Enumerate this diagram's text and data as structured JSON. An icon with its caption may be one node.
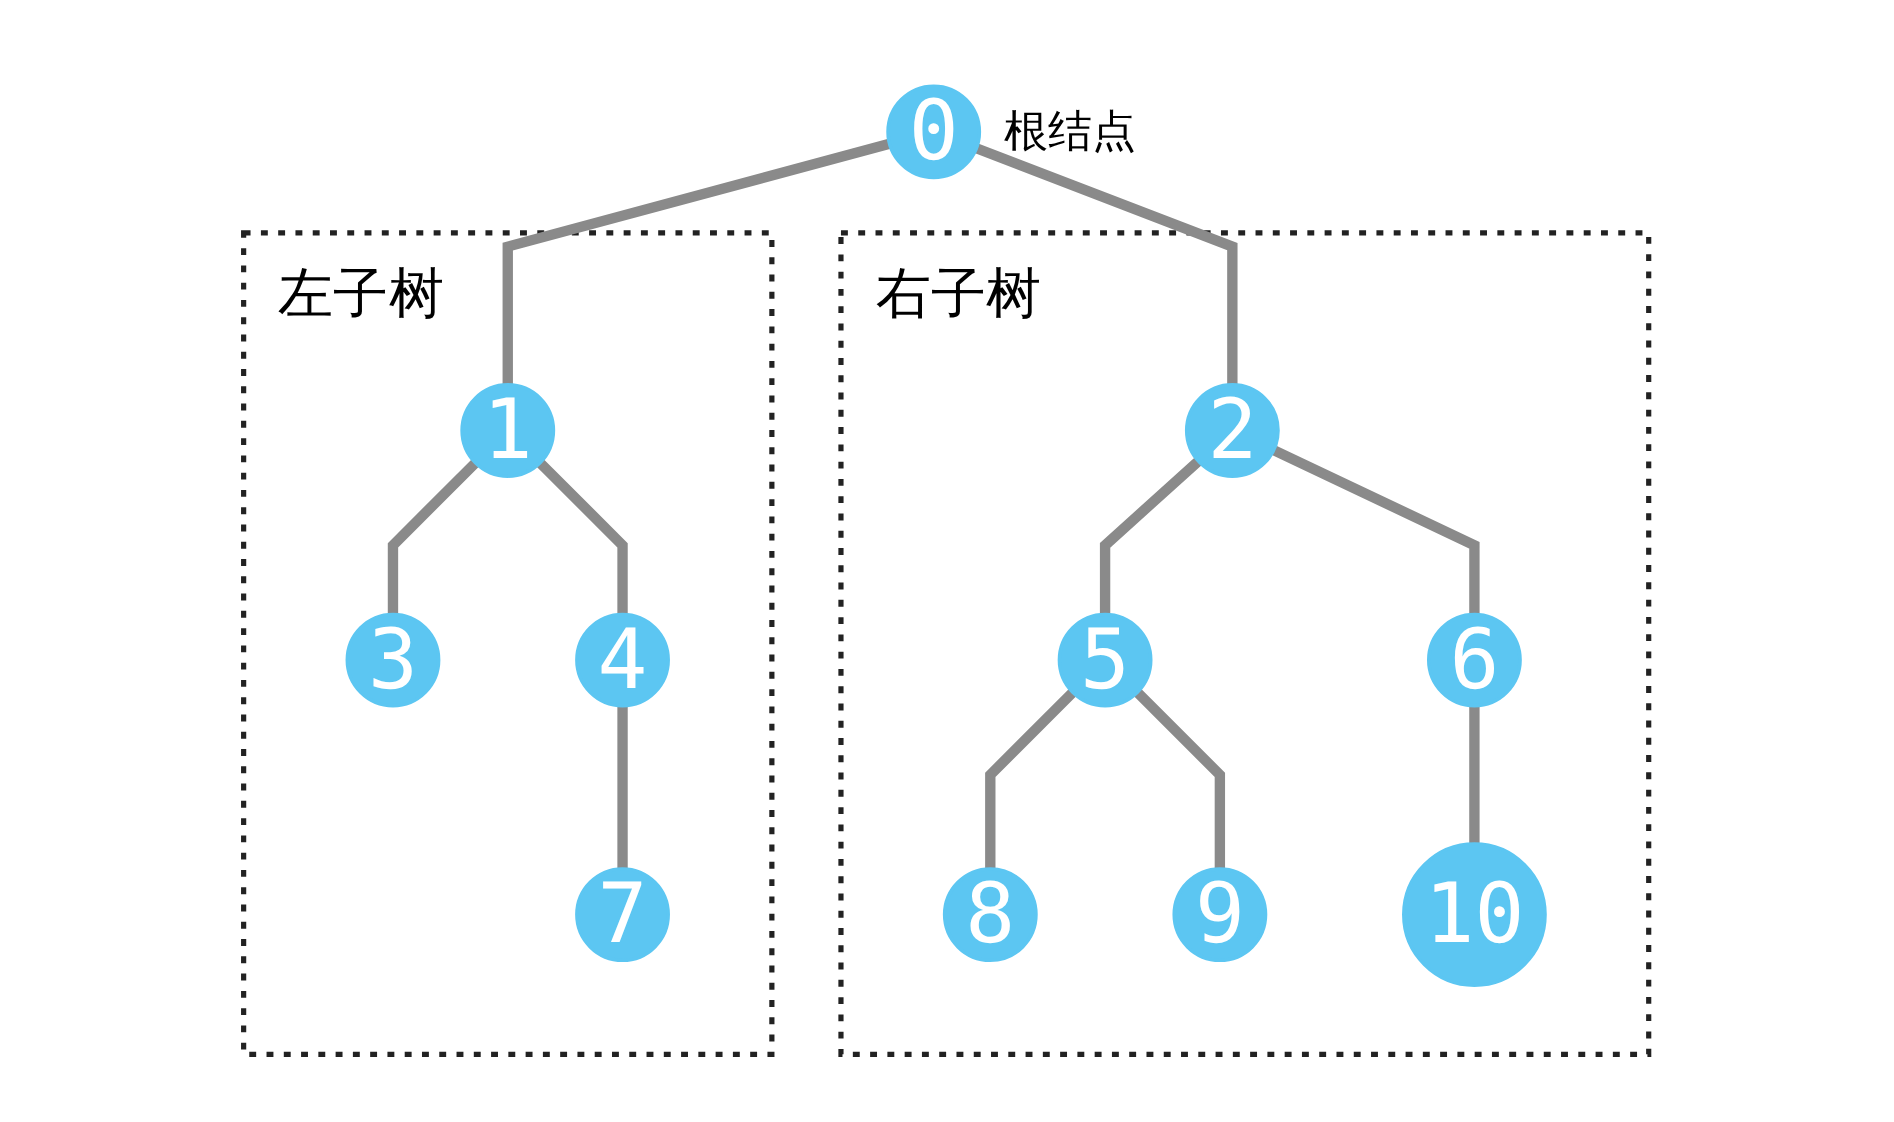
{
  "diagram": {
    "nodes": [
      {
        "text": [
          "0"
        ],
        "beside": [
          "根结点"
        ]
      },
      {
        "text": [
          "左子树"
        ]
      },
      {
        "text": [
          "1"
        ],
        "in": 1
      },
      {
        "text": [
          "右子树"
        ]
      },
      {
        "text": [
          "2"
        ],
        "in": 3
      },
      {
        "text": [
          "3"
        ],
        "in": 1
      },
      {
        "text": [
          "4"
        ],
        "in": 1
      },
      {
        "text": [
          "5"
        ],
        "in": 3
      },
      {
        "text": [
          "6"
        ],
        "in": 3
      },
      {
        "text": [
          "7"
        ],
        "in": 1
      },
      {
        "text": [
          "8"
        ],
        "in": 3
      },
      {
        "text": [
          "9"
        ],
        "in": 3
      },
      {
        "text": [
          "10"
        ],
        "in": 3
      }
    ],
    "edges": [
      {
        "from": 0,
        "to": 2,
        "arrow": "none"
      },
      {
        "from": 0,
        "to": 4,
        "arrow": "none"
      },
      {
        "from": 2,
        "to": 5,
        "arrow": "none"
      },
      {
        "from": 2,
        "to": 6,
        "arrow": "none"
      },
      {
        "from": 6,
        "to": 9,
        "arrow": "none"
      },
      {
        "from": 4,
        "to": 7,
        "arrow": "none"
      },
      {
        "from": 4,
        "to": 8,
        "arrow": "none"
      },
      {
        "from": 7,
        "to": 10,
        "arrow": "none"
      },
      {
        "from": 7,
        "to": 11,
        "arrow": "none"
      },
      {
        "from": 8,
        "to": 12,
        "arrow": "none"
      }
    ]
  }
}
